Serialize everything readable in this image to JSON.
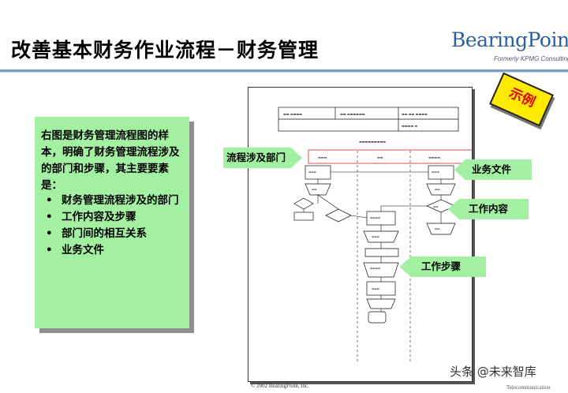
{
  "header": {
    "title": "改善基本财务作业流程－财务管理",
    "logo_main": "BearingPoint",
    "logo_sub": "Formerly KPMG Consulting"
  },
  "stamp": {
    "label": "示例"
  },
  "description": {
    "intro": "右图是财务管理流程图的样本，明确了财务管理流程涉及的部门和步骤，其主要要素是：",
    "bullets": [
      "财务管理流程涉及的部门",
      "工作内容及步骤",
      "部门间的相互关系",
      "业务文件"
    ]
  },
  "callouts": {
    "departments": "流程涉及部门",
    "documents": "业务文件",
    "content": "工作内容",
    "steps": "工作步骤"
  },
  "footer": {
    "copyright": "© 2002 BearingPoint, Inc.",
    "corner": "Telecommunication",
    "watermark": "头条 @未来智库"
  },
  "colors": {
    "callout_bg": "#a3f0a3",
    "stamp_bg": "#ffea00",
    "stamp_text": "#e00000",
    "rule": "#7aa0c8",
    "logo": "#2a5fa0"
  }
}
